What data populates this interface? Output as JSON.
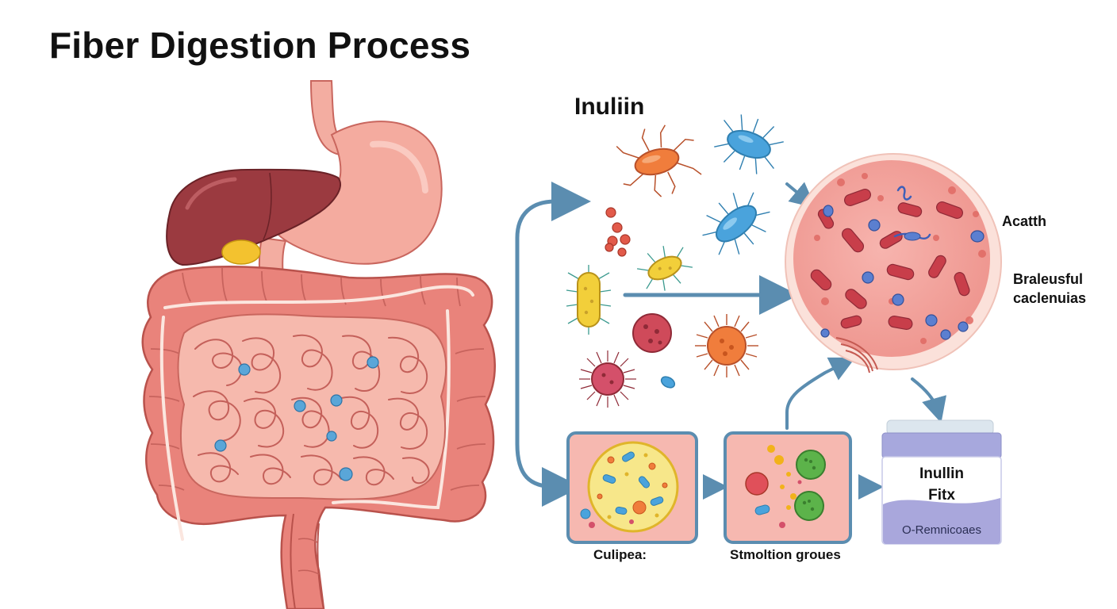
{
  "title": "Fiber Digestion Process",
  "labels": {
    "inulin": "Inuliin",
    "acatth": "Acatth",
    "beneficial_line1": "Braleusful",
    "beneficial_line2": "caclenuias",
    "caption_left": "Culipea:",
    "caption_middle": "Stmoltion groues",
    "jar_line1": "Inullin",
    "jar_line2": "Fitx",
    "jar_line3": "O-Remnicoaes"
  },
  "colors": {
    "intestine": "#e8837c",
    "intestine_light": "#f4b3a8",
    "liver": "#9b3a40",
    "stomach": "#f2a89c",
    "arrow": "#5b8db0",
    "jar_lid": "#a7a8dd",
    "jar_fill": "#a9a7dc",
    "bacteria_orange": "#f07d3c",
    "bacteria_blue": "#4aa3dc",
    "bacteria_yellow": "#f2cf3a",
    "bacteria_red": "#c9455a"
  }
}
